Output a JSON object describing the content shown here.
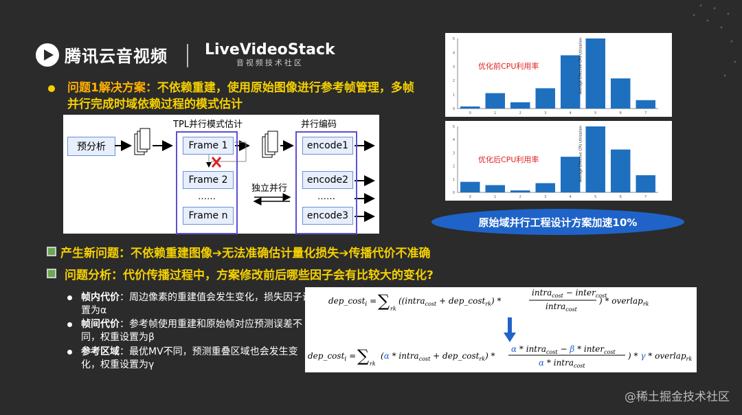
{
  "header": {
    "brand_left": "腾讯云音视频",
    "brand_right_title": "LiveVideoStack",
    "brand_right_sub": "音视频技术社区"
  },
  "point1": {
    "key": "问题1解决方案：",
    "text": "不依赖重建，使用原始图像进行参考帧管理，多帧并行完成时域依赖过程的模式估计"
  },
  "diagram": {
    "pre_analysis": "预分析",
    "tpl_title": "TPL并行模式估计",
    "enc_title": "并行编码",
    "frames": [
      "Frame 1",
      "Frame 2",
      "……",
      "Frame n"
    ],
    "independent": "独立并行",
    "encodes": [
      "encode1",
      "encode2",
      "……",
      "encode3"
    ]
  },
  "charts": {
    "before_label": "优化前CPU利用率",
    "after_label": "优化后CPU利用率",
    "y_axis_label": "Average Effective CPU Utilization",
    "summary": "原始域并行工程设计方案加速10%"
  },
  "chart_data": [
    {
      "type": "bar",
      "title": "优化前CPU利用率",
      "categories": [
        "0",
        "1",
        "2",
        "3",
        "4",
        "5",
        "6",
        "7"
      ],
      "values": [
        0.15,
        1.1,
        0.45,
        1.45,
        3.8,
        5.0,
        2.15,
        0.6
      ],
      "ylim": [
        0,
        5
      ]
    },
    {
      "type": "bar",
      "title": "优化后CPU利用率",
      "categories": [
        "0",
        "1",
        "2",
        "3",
        "4",
        "5",
        "6",
        "7"
      ],
      "values": [
        0.8,
        0.55,
        0.15,
        0.7,
        2.7,
        5.0,
        3.25,
        1.3
      ],
      "ylim": [
        0,
        5
      ]
    }
  ],
  "point2": {
    "key": "产生新问题：",
    "text": "不依赖重建图像➔无法准确估计量化损失➔传播代价不准确"
  },
  "point3": {
    "key": "问题分析：",
    "text": "代价传播过程中，方案修改前后哪些因子会有比较大的变化?"
  },
  "subitems": [
    {
      "key": "帧内代价",
      "text": "：周边像素的重建值会发生变化，损失因子设置为α"
    },
    {
      "key": "帧间代价",
      "text": "：参考帧使用重建和原始帧对应预测误差不同，权重设置为β"
    },
    {
      "key": "参考区域",
      "text": "：最优MV不同，预测重叠区域也会发生变化，权重设置为γ"
    }
  ],
  "formula": {
    "f1_left": "dep_cost",
    "f1_sub": "i",
    "f1_body": "((intra",
    "f1_num": "intra_cost − inter_cost",
    "f1_den": "intra_cost",
    "f1_tail": "* overlap",
    "f2_num": "α * intra_cost − β * inter_cost",
    "f2_den": "α * intra_cost",
    "f2_tail": "* γ * overlap"
  },
  "watermark": "@稀土掘金技术社区"
}
